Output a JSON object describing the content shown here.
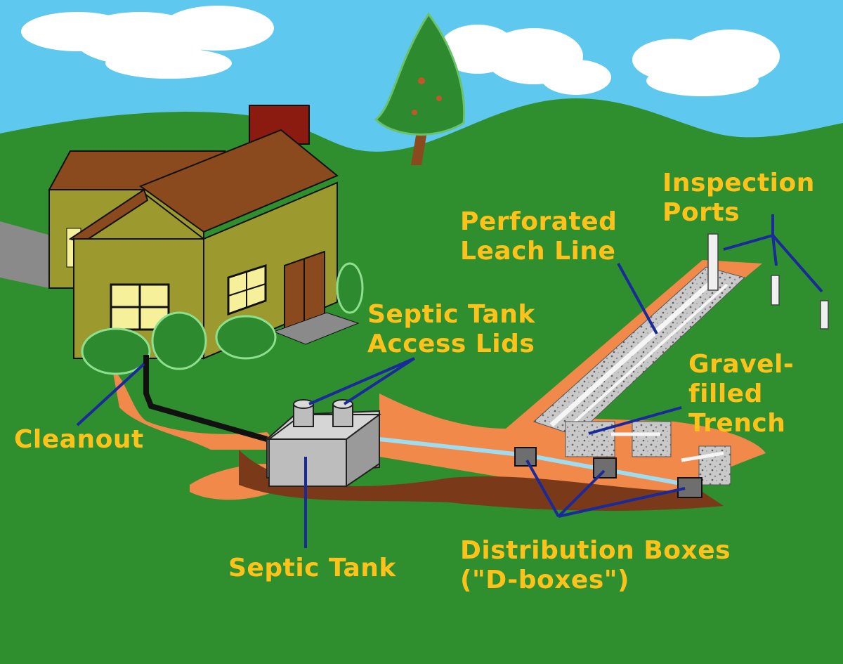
{
  "labels": {
    "inspection_ports": [
      "Inspection",
      "Ports"
    ],
    "perforated_leach_line": [
      "Perforated",
      "Leach Line"
    ],
    "septic_tank_access_lids": [
      "Septic Tank",
      "Access Lids"
    ],
    "gravel_filled_trench": [
      "Gravel-",
      "filled",
      "Trench"
    ],
    "cleanout": "Cleanout",
    "septic_tank": "Septic Tank",
    "distribution_boxes": [
      "Distribution Boxes",
      "(\"D-boxes\")"
    ]
  },
  "colors": {
    "sky": "#5ec8ef",
    "grass": "#2f8f2f",
    "label_text": "#ffc21a",
    "leader_line": "#1a2a9a",
    "soil": "#f0894a",
    "dark_soil": "#7a3a1a",
    "house_wall": "#9c9a2e",
    "roof": "#8b4a1e"
  }
}
